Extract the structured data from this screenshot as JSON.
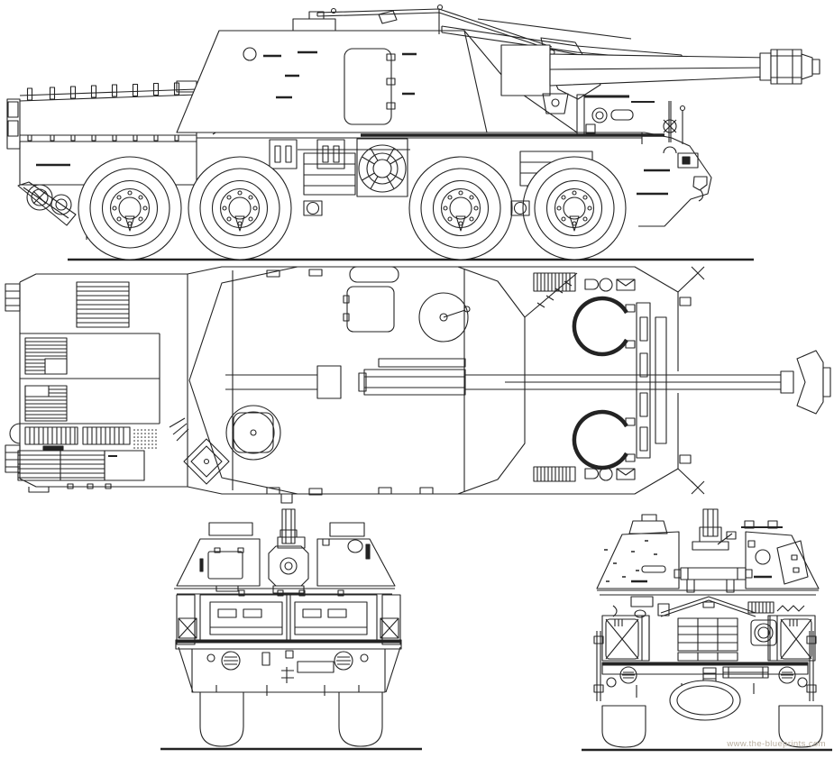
{
  "page": {
    "background": "#ffffff",
    "ink": "#232323"
  },
  "watermark": {
    "text": "www.the-blueprints.com",
    "color": "#b8ae9f"
  },
  "figure": {
    "type": "technical-blueprint-line-drawing",
    "subject": "8x8 wheeled self-propelled howitzer shown in four orthographic views",
    "views": [
      {
        "id": "side-view",
        "description": "side elevation, gun barrel pointing right, four road wheels"
      },
      {
        "id": "top-view",
        "description": "plan view from above, barrel with muzzle brake to the right"
      },
      {
        "id": "rear-view",
        "description": "rear elevation, bottom left"
      },
      {
        "id": "front-view",
        "description": "front elevation, bottom right"
      }
    ]
  }
}
